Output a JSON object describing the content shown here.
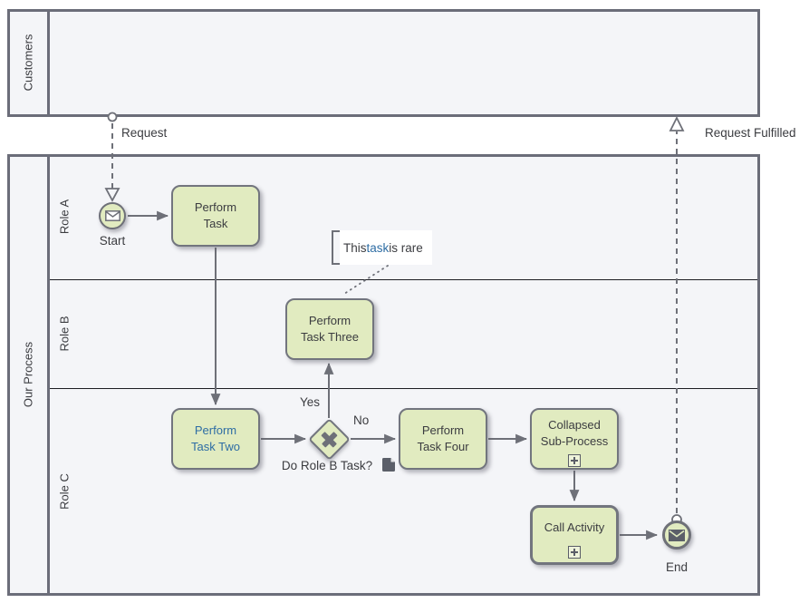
{
  "diagram_type": "BPMN process diagram",
  "pools": {
    "customers": {
      "label": "Customers"
    },
    "our_process": {
      "label": "Our Process",
      "lanes": [
        {
          "label": "Role A"
        },
        {
          "label": "Role B"
        },
        {
          "label": "Role C"
        }
      ]
    }
  },
  "events": {
    "start": {
      "label": "Start",
      "icon": "message-envelope-outline"
    },
    "end": {
      "label": "End",
      "icon": "message-envelope-filled"
    }
  },
  "activities": {
    "perform_task": {
      "label": "Perform\nTask"
    },
    "perform_task_two": {
      "label": "Perform\nTask Two",
      "is_link": true
    },
    "perform_task_three": {
      "label": "Perform\nTask Three"
    },
    "perform_task_four": {
      "label": "Perform\nTask Four"
    },
    "collapsed_subprocess": {
      "label": "Collapsed\nSub-Process",
      "marker": "plus"
    },
    "call_activity": {
      "label": "Call Activity",
      "marker": "plus"
    }
  },
  "gateway": {
    "question_label": "Do Role B Task?",
    "yes_label": "Yes",
    "no_label": "No",
    "type": "exclusive-x",
    "attachment_icon": "document-icon"
  },
  "message_flows": {
    "request": {
      "label": "Request"
    },
    "request_fulfilled": {
      "label": "Request Fulfilled"
    }
  },
  "annotation": {
    "prefix": "This ",
    "link_text": "task",
    "suffix": " is rare"
  },
  "colors": {
    "pool_fill": "#f4f5f8",
    "pool_border": "#6b6d79",
    "lane_divider": "#1c1d22",
    "shape_fill": "#e1ebc0",
    "shape_border": "#72757e",
    "connector": "#6e7078",
    "text": "#3b3c40",
    "link": "#2e6da4",
    "annotation_bg": "#ffffff"
  }
}
